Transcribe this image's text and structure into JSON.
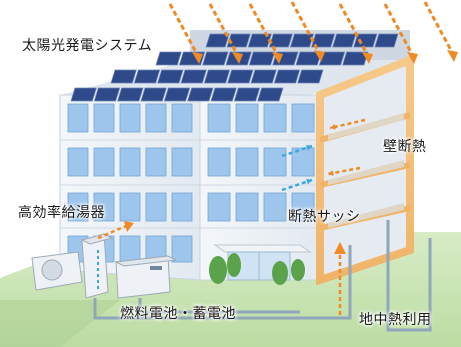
{
  "labels": {
    "solar": "太陽光発電システム",
    "wall_insulation": "壁断熱",
    "water_heater": "高効率給湯器",
    "insulated_sash": "断熱サッシ",
    "fuel_cell": "燃料電池・蓄電池",
    "geothermal": "地中熱利用"
  },
  "colors": {
    "sky": "#ffffff",
    "ground": "#c9e3b4",
    "building_front": "#e9eef4",
    "building_side": "#d7dee7",
    "window": "#9ec6ec",
    "window_dark": "#6fa6d9",
    "solar_panel": "#2f4a8a",
    "insulation": "#f3c17e",
    "heat_arrow": "#f08a24",
    "cool_arrow": "#3aa6e0",
    "pipe": "#8fa6bb"
  }
}
